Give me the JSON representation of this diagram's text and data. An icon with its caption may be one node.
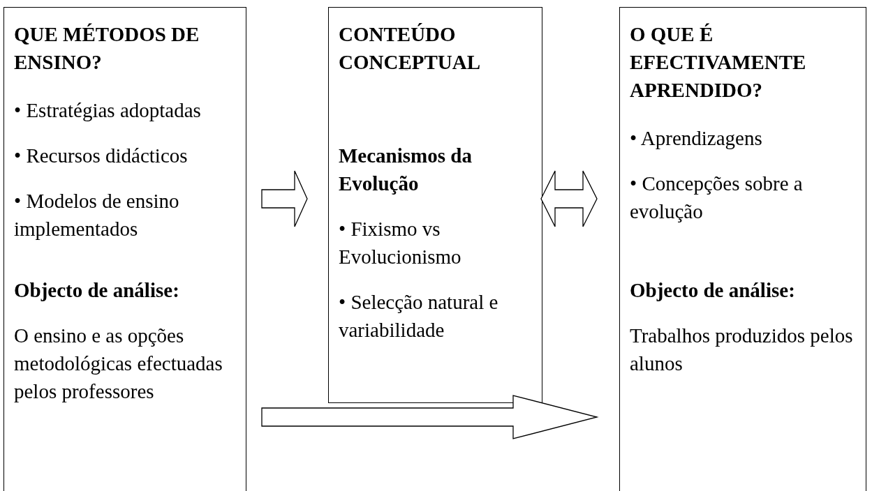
{
  "diagram": {
    "nodes": [
      {
        "text": [
          "QUE MÉTODOS DE ENSINO?",
          "• Estratégias adoptadas",
          "• Recursos didácticos",
          "• Modelos de ensino implementados",
          "Objecto de análise:",
          "O ensino e as opções metodológicas efectuadas pelos professores"
        ]
      },
      {
        "text": [
          "CONTEÚDO CONCEPTUAL",
          "Mecanismos da Evolução",
          "• Fixismo vs Evolucionismo",
          "• Selecção natural e variabilidade"
        ]
      },
      {
        "text": [
          "O QUE É EFECTIVAMENTE APRENDIDO?",
          "• Aprendizagens",
          "• Concepções sobre a evolução",
          "Objecto de análise:",
          "Trabalhos produzidos pelos alunos"
        ]
      }
    ],
    "edges": [
      {
        "from": 0,
        "to": 1,
        "arrow": "to"
      },
      {
        "from": 1,
        "to": 2,
        "arrow": "both"
      },
      {
        "from": 0,
        "to": 2,
        "arrow": "to"
      }
    ]
  }
}
